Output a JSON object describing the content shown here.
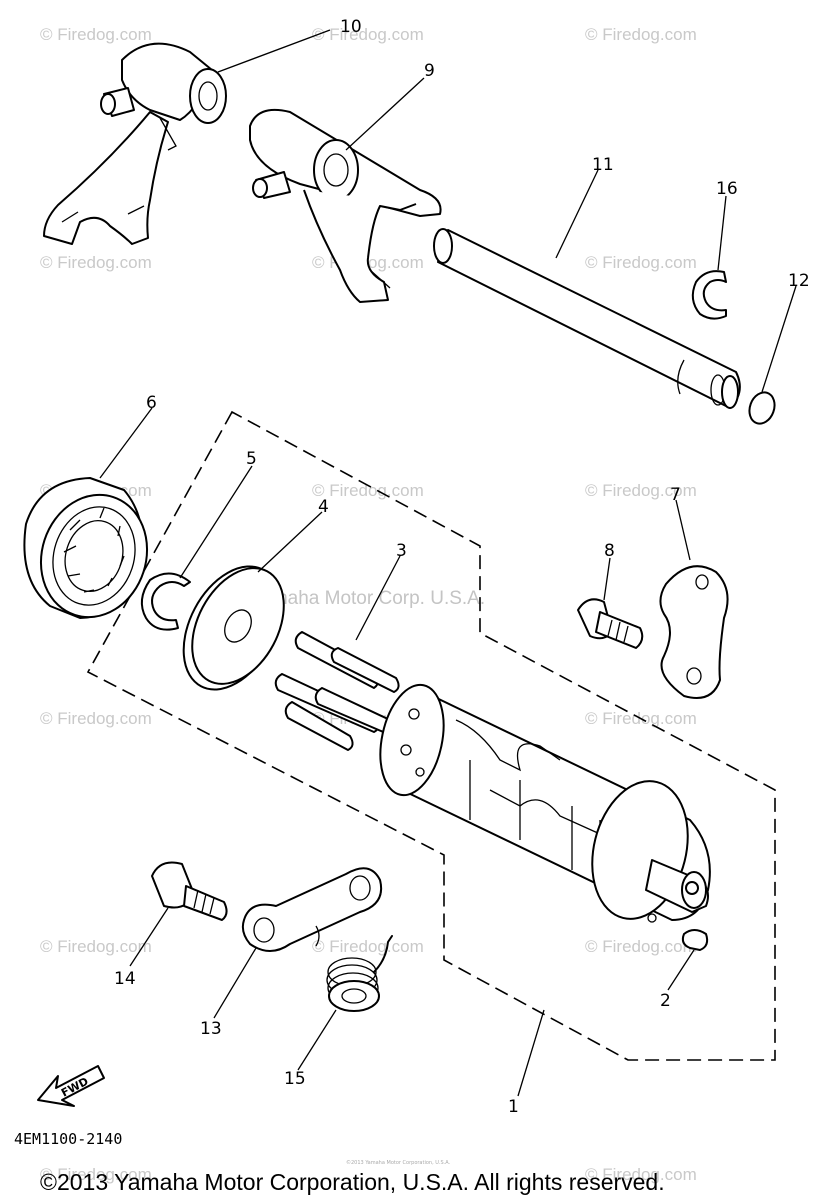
{
  "diagram": {
    "callouts": [
      "10",
      "9",
      "11",
      "16",
      "12",
      "6",
      "5",
      "4",
      "3",
      "8",
      "7",
      "14",
      "13",
      "15",
      "2",
      "1"
    ],
    "fwd_label": "FWD",
    "part_code": "4EM1100-2140",
    "center_watermark": "Yamaha Motor Corp. U.S.A.",
    "watermark": "© Firedog.com",
    "fine_print": "©2013 Yamaha Motor Corporation, U.S.A."
  },
  "footer": {
    "copyright": "©2013 Yamaha Motor Corporation, U.S.A. All rights reserved."
  }
}
